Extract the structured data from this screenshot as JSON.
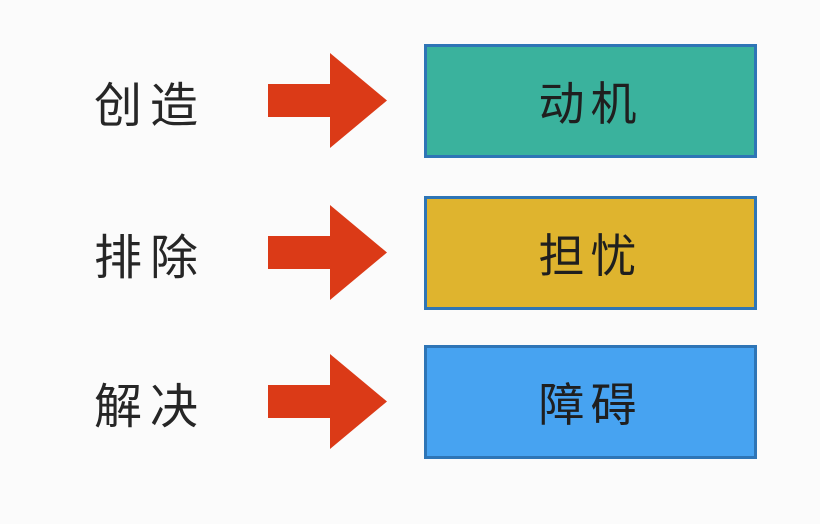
{
  "diagram": {
    "background": "#FBFBFB",
    "rows": [
      {
        "label": "创造",
        "box_text": "动机",
        "box_color": "#3AB29D"
      },
      {
        "label": "排除",
        "box_text": "担忧",
        "box_color": "#DFB42E"
      },
      {
        "label": "解决",
        "box_text": "障碍",
        "box_color": "#47A3F1"
      }
    ],
    "colors": {
      "arrow": "#DB3A17",
      "box_border": "#2E75B6",
      "label_text": "#262626",
      "box_text": "#1F1F1F"
    }
  }
}
